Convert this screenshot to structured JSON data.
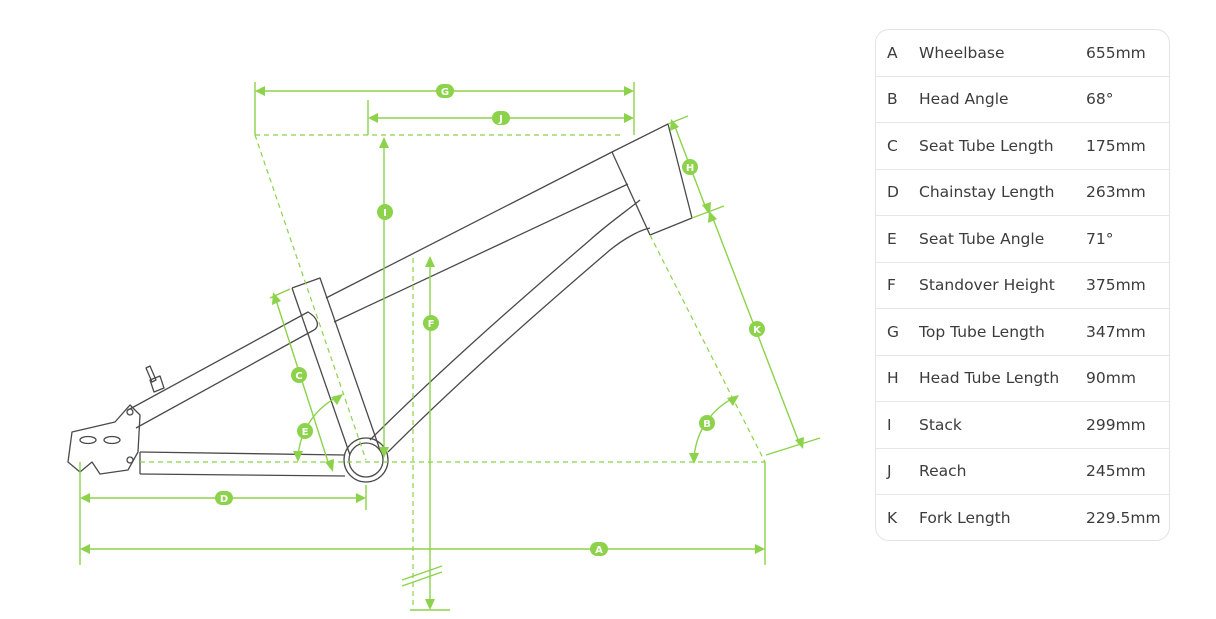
{
  "specs": [
    {
      "letter": "A",
      "name": "Wheelbase",
      "value": "655mm"
    },
    {
      "letter": "B",
      "name": "Head Angle",
      "value": "68°"
    },
    {
      "letter": "C",
      "name": "Seat Tube Length",
      "value": "175mm"
    },
    {
      "letter": "D",
      "name": "Chainstay Length",
      "value": "263mm"
    },
    {
      "letter": "E",
      "name": "Seat Tube Angle",
      "value": "71°"
    },
    {
      "letter": "F",
      "name": "Standover Height",
      "value": "375mm"
    },
    {
      "letter": "G",
      "name": "Top Tube Length",
      "value": "347mm"
    },
    {
      "letter": "H",
      "name": "Head Tube Length",
      "value": "90mm"
    },
    {
      "letter": "I",
      "name": "Stack",
      "value": "299mm"
    },
    {
      "letter": "J",
      "name": "Reach",
      "value": "245mm"
    },
    {
      "letter": "K",
      "name": "Fork Length",
      "value": "229.5mm"
    }
  ],
  "colors": {
    "accent": "#8cd24a",
    "frame": "#4a4a4a",
    "text": "#3c3c3c"
  }
}
